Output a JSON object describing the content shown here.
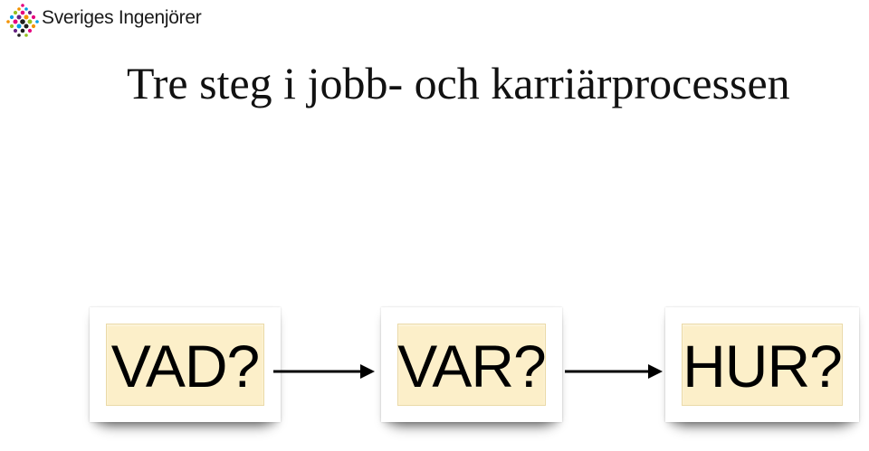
{
  "brand": {
    "name": "Sveriges Ingenjörer",
    "logo_colors": [
      "#e6007e",
      "#f39200",
      "#009fe3",
      "#95c11f",
      "#662483",
      "#1d1d1b"
    ]
  },
  "title": "Tre steg i jobb- och karriärprocessen",
  "steps": [
    {
      "label": "VAD?"
    },
    {
      "label": "VAR?"
    },
    {
      "label": "HUR?"
    }
  ],
  "colors": {
    "highlight": "#fcefc9",
    "arrow": "#000000",
    "text": "#000000"
  }
}
